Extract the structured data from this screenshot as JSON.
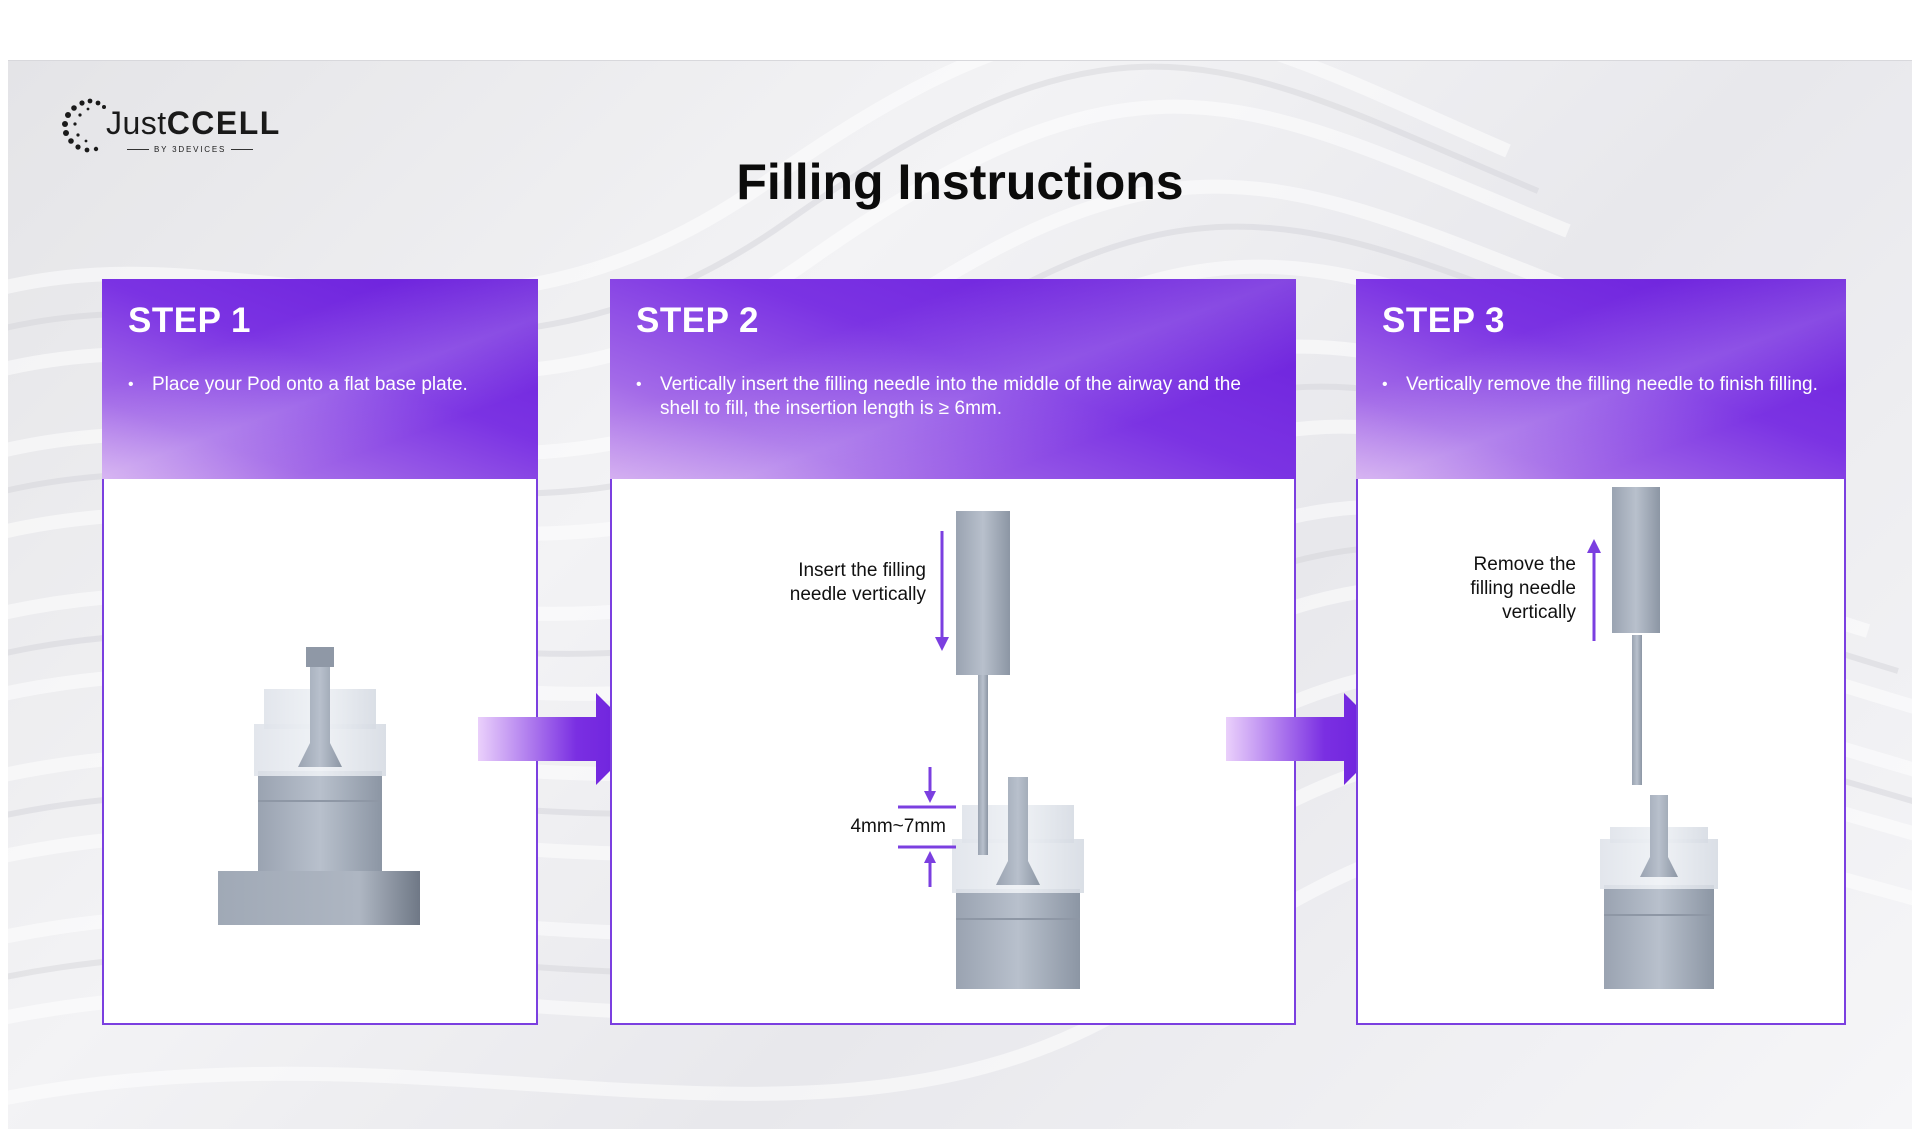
{
  "logo": {
    "brand_part1": "Just",
    "brand_part2": "CCELL",
    "sub": "BY 3DEVICES"
  },
  "title": "Filling Instructions",
  "steps": [
    {
      "title": "STEP 1",
      "text": "Place your Pod onto a flat base plate."
    },
    {
      "title": "STEP 2",
      "text": "Vertically insert the filling needle into the middle of the airway and the shell to fill, the insertion length is ≥ 6mm."
    },
    {
      "title": "STEP 3",
      "text": "Vertically remove the filling needle to finish filling."
    }
  ],
  "annotations": {
    "insert_label_line1": "Insert the filling",
    "insert_label_line2": "needle vertically",
    "depth_label": "4mm~7mm",
    "remove_label_line1": "Remove the",
    "remove_label_line2": "filling needle",
    "remove_label_line3": "vertically"
  },
  "colors": {
    "accent": "#7b3fe0",
    "header_dark": "#6a1edb",
    "header_light": "#cfa6ef",
    "device_gray": "#a6afbc"
  },
  "icons": [
    "logo-dots-icon",
    "next-arrow-icon",
    "down-arrow-icon",
    "up-arrow-icon"
  ]
}
